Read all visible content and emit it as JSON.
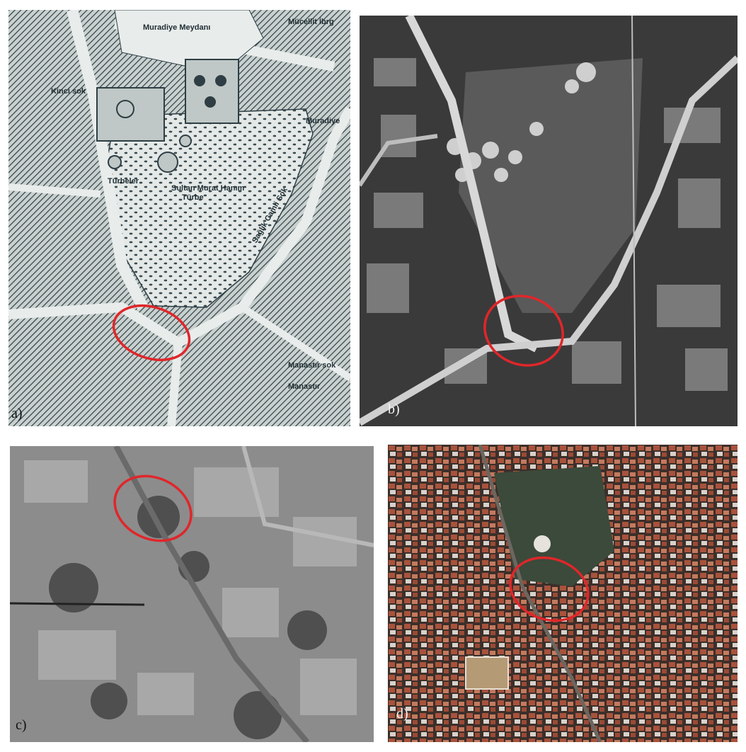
{
  "panels": [
    {
      "id": "a",
      "tag": "a)"
    },
    {
      "id": "b",
      "tag": "b)"
    },
    {
      "id": "c",
      "tag": "c)"
    },
    {
      "id": "d",
      "tag": "d)"
    }
  ],
  "map_labels": {
    "muradiye_meydani": "Muradiye Meydanı",
    "muradiye": "Muradiye",
    "mucellit": "Mücellit İbrg",
    "kinci_sok": "Kinci sok",
    "sultan_murat": "Sultan Murat Hanım",
    "turbe": "Türbe",
    "turbeler": "Türbeler",
    "saglik": "Sağlık Camii Sok",
    "manastir_sok": "Manastır sok",
    "manastir": "Manastır"
  },
  "colors": {
    "highlight": "#e0262a",
    "map_ink": "#2e3e44",
    "map_paper": "#dde3e1",
    "roof_red": "#a8523c"
  }
}
